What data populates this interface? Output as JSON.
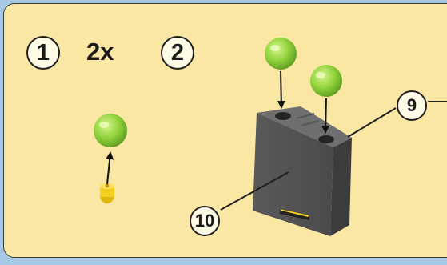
{
  "step_one": {
    "number": "1",
    "quantity": "2x"
  },
  "step_two": {
    "number": "2"
  },
  "callouts": {
    "top_right": "9",
    "bottom": "10"
  },
  "colors": {
    "background": "#fbe7a4",
    "outline": "#3a3a3a",
    "green_piece": "#8fd23b",
    "yellow_stud": "#f1cc1f",
    "dark_block": "#555555"
  },
  "icons": [
    "green-sphere-icon",
    "yellow-connector-icon",
    "dark-housing-block-icon",
    "down-arrow-icon",
    "up-arrow-icon"
  ]
}
